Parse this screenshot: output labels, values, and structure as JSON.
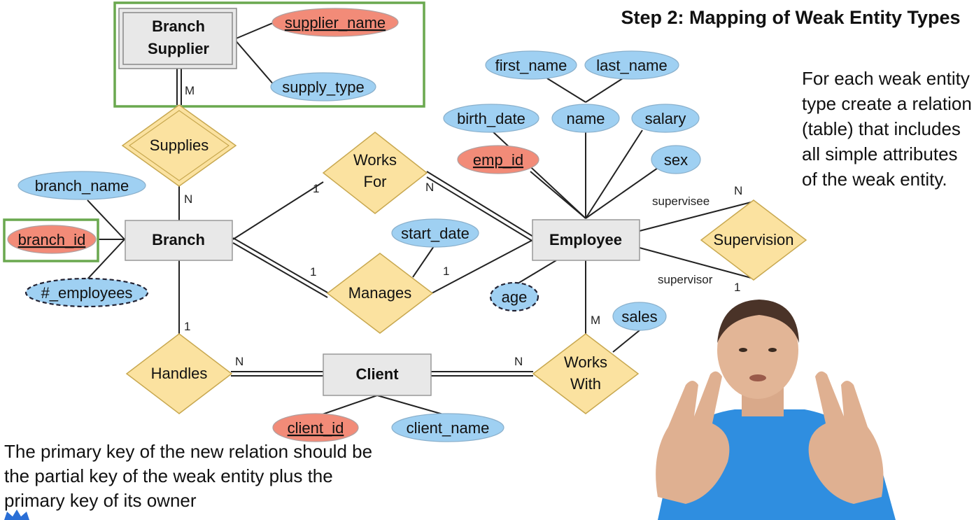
{
  "title": "Step 2: Mapping of Weak Entity Types",
  "side_note": "For each weak entity type create a relation (table) that includes all simple attributes of the weak entity.",
  "bottom_note": "The primary key of the new relation should be the partial key of the weak entity plus the primary key of its owner",
  "entities": {
    "branch_supplier": "Branch Supplier",
    "branch": "Branch",
    "employee": "Employee",
    "client": "Client"
  },
  "relationships": {
    "supplies": "Supplies",
    "works_for": "Works For",
    "manages": "Manages",
    "supervision": "Supervision",
    "handles": "Handles",
    "works_with": "Works With"
  },
  "attributes": {
    "supplier_name": "supplier_name",
    "supply_type": "supply_type",
    "branch_name": "branch_name",
    "branch_id": "branch_id",
    "num_employees": "#_employees",
    "first_name": "first_name",
    "last_name": "last_name",
    "birth_date": "birth_date",
    "name": "name",
    "salary": "salary",
    "emp_id": "emp_id",
    "sex": "sex",
    "start_date": "start_date",
    "age": "age",
    "sales": "sales",
    "client_id": "client_id",
    "client_name": "client_name"
  },
  "cardinalities": {
    "supplies_top": "M",
    "supplies_bottom": "N",
    "works_for_left": "1",
    "works_for_right": "N",
    "manages_left": "1",
    "manages_right": "1",
    "handles_top": "1",
    "handles_right": "N",
    "works_with_left": "N",
    "works_with_top": "M",
    "supervision_top": "N",
    "supervision_bottom": "1"
  },
  "roles": {
    "supervisee": "supervisee",
    "supervisor": "supervisor"
  },
  "colors": {
    "entity_fill": "#e8e8e8",
    "attribute_fill": "#9fd0f2",
    "key_attribute_fill": "#f28b78",
    "relationship_fill": "#fbe2a0",
    "highlight_box": "#6aa84f"
  }
}
